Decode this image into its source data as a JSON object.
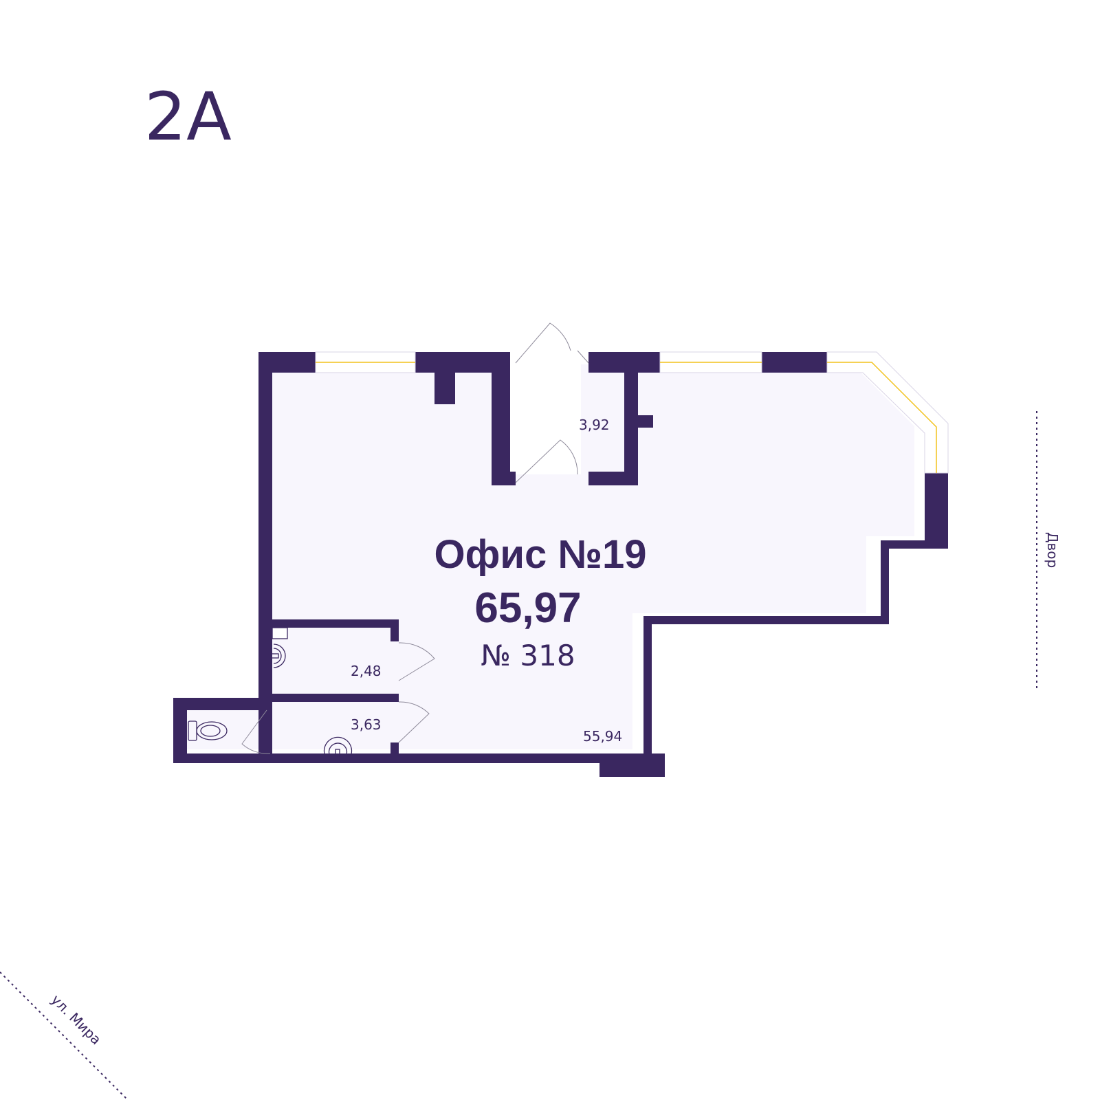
{
  "section_code": "2A",
  "office": {
    "title": "Офис №19",
    "total_area": "65,97",
    "number": "№ 318"
  },
  "rooms": [
    {
      "id": "main-room",
      "area": "55,94"
    },
    {
      "id": "vestibule",
      "area": "3,92"
    },
    {
      "id": "washroom-upper",
      "area": "2,48"
    },
    {
      "id": "washroom-lower",
      "area": "3,63"
    }
  ],
  "orientation": {
    "right_label": "Двор",
    "bottom_left_label": "ул. Мира"
  },
  "colors": {
    "wall": "#3a2760",
    "floor": "#f8f6fd",
    "window": "#f2c21b",
    "text": "#3a2760"
  }
}
